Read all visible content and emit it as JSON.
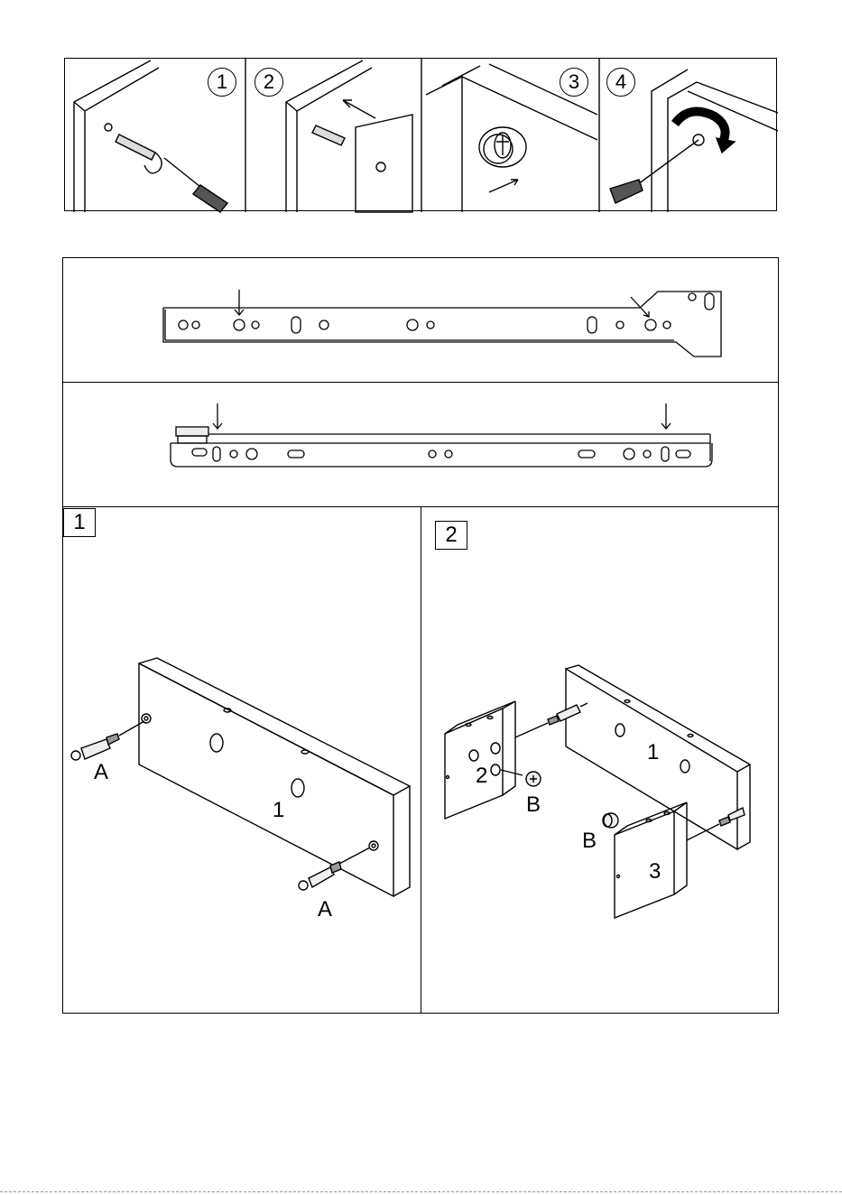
{
  "top_strip": {
    "steps": [
      "1",
      "2",
      "3",
      "4"
    ]
  },
  "assembly": {
    "panel1": {
      "step": "1",
      "part_label": "1",
      "fitting_label_left": "A",
      "fitting_label_right": "A"
    },
    "panel2": {
      "step": "2",
      "part_labels": [
        "2",
        "1",
        "3"
      ],
      "fitting_label_top": "B",
      "fitting_label_bottom": "B"
    }
  },
  "colors": {
    "line": "#000000",
    "background": "#ffffff",
    "shade": "#cccccc"
  }
}
